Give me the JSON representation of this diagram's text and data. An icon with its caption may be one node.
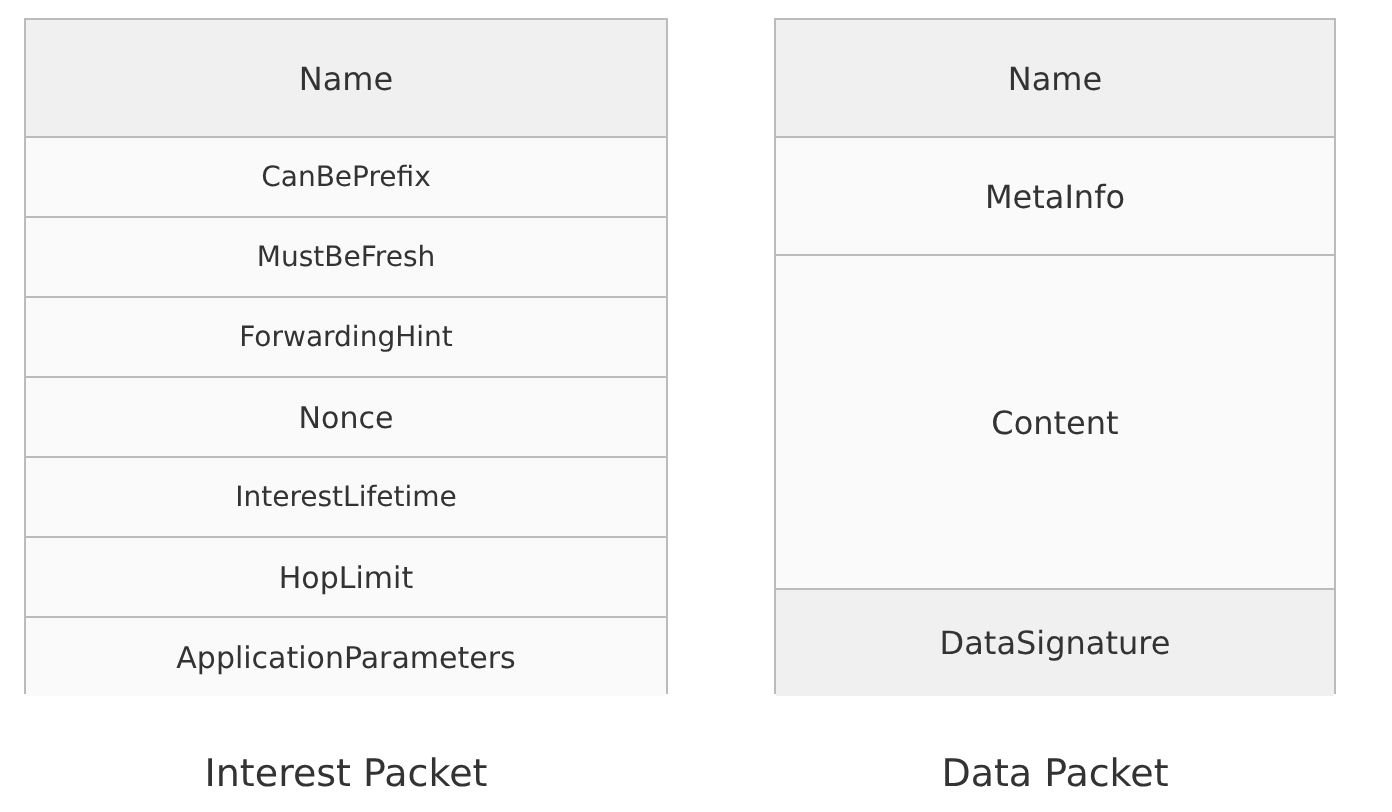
{
  "diagram": {
    "nodes": [
      {
        "text": [
          "Interest Packet"
        ]
      },
      {
        "text": [
          "Name"
        ],
        "in": 0
      },
      {
        "text": [
          "CanBePrefix"
        ],
        "in": 0
      },
      {
        "text": [
          "MustBeFresh"
        ],
        "in": 0
      },
      {
        "text": [
          "ForwardingHint"
        ],
        "in": 0
      },
      {
        "text": [
          "Nonce"
        ],
        "in": 0
      },
      {
        "text": [
          "InterestLifetime"
        ],
        "in": 0
      },
      {
        "text": [
          "HopLimit"
        ],
        "in": 0
      },
      {
        "text": [
          "ApplicationParameters"
        ],
        "in": 0
      },
      {
        "text": [
          "Data Packet"
        ]
      },
      {
        "text": [
          "Name"
        ],
        "in": 9
      },
      {
        "text": [
          "MetaInfo"
        ],
        "in": 9
      },
      {
        "text": [
          "Content"
        ],
        "in": 9
      },
      {
        "text": [
          "DataSignature"
        ],
        "in": 9
      }
    ]
  }
}
